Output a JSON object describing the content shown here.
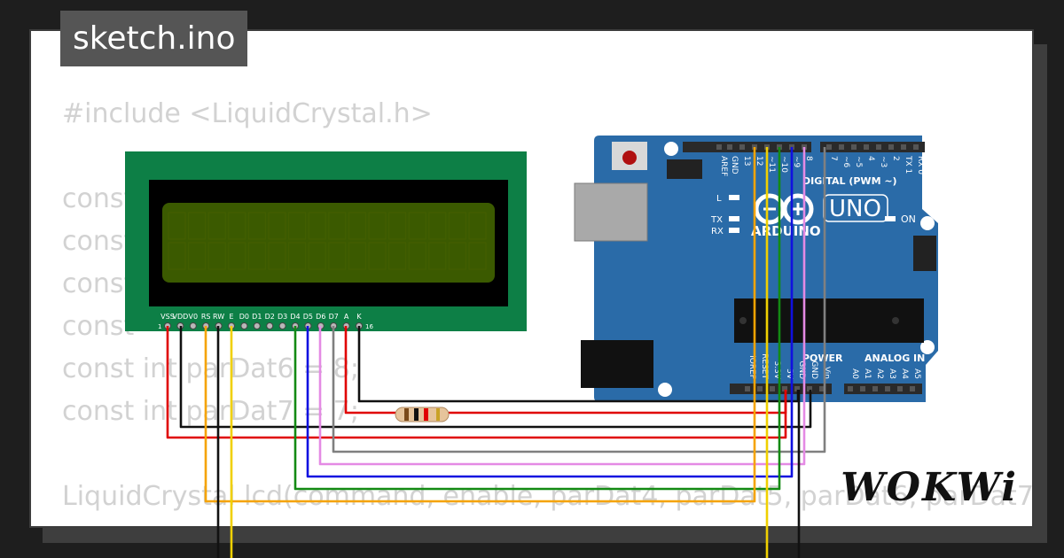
{
  "title": "sketch.ino",
  "code_lines": [
    "#include <LiquidCrystal.h>",
    "",
    "const",
    "const",
    "const",
    "const",
    "const int parDat6 = 8;",
    "const int parDat7 = 7;",
    "",
    "LiquidCrystal lcd(command, enable, parDat4, parDat5, parDat6, parDat7"
  ],
  "lcd": {
    "pin_labels": [
      "VSS",
      "VDD",
      "V0",
      "RS",
      "RW",
      "E",
      "D0",
      "D1",
      "D2",
      "D3",
      "D4",
      "D5",
      "D6",
      "D7",
      "A",
      "K"
    ],
    "pin_first": "1",
    "pin_last": "16"
  },
  "arduino": {
    "brand": "ARDUINO",
    "model": "UNO",
    "digital_header": "DIGITAL (PWM ~)",
    "power_header": "POWER",
    "analog_header": "ANALOG IN",
    "on_label": "ON",
    "l_label": "L",
    "tx_label": "TX",
    "rx_label": "RX",
    "digital_pins": [
      "AREF",
      "GND",
      "13",
      "12",
      "~11",
      "~10",
      "~9",
      "8",
      "7",
      "~6",
      "~5",
      "4",
      "~3",
      "2",
      "TX 1",
      "RX 0"
    ],
    "power_pins": [
      "IOREF",
      "RESET",
      "3.3V",
      "5V",
      "GND",
      "GND",
      "Vin"
    ],
    "analog_pins": [
      "A0",
      "A1",
      "A2",
      "A3",
      "A4",
      "A5"
    ]
  },
  "colors": {
    "wire_red": "#e00000",
    "wire_black": "#111111",
    "wire_orange": "#f5a300",
    "wire_yellow": "#f0d000",
    "wire_green": "#138a13",
    "wire_blue": "#1010e0",
    "wire_violet": "#e48ae4",
    "wire_gray": "#808080",
    "board": "#2a6ba8",
    "lcd_pcb": "#0d7f46",
    "lcd_screen": "#3b5a00"
  },
  "logo": "WOKWi"
}
